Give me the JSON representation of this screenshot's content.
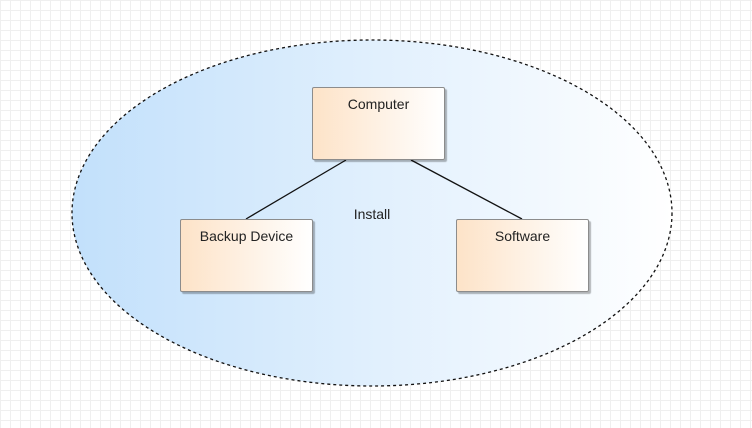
{
  "diagram": {
    "container_label": "",
    "relation_label": "Install",
    "nodes": [
      {
        "id": "computer",
        "label": "Computer"
      },
      {
        "id": "backup",
        "label": "Backup Device"
      },
      {
        "id": "software",
        "label": "Software"
      }
    ],
    "edges": [
      {
        "from": "computer",
        "to": "backup"
      },
      {
        "from": "computer",
        "to": "software"
      }
    ]
  },
  "colors": {
    "grid": "#efefef",
    "container_fill_start": "#c2e0fb",
    "container_fill_end": "#ffffff",
    "container_stroke": "#111111",
    "node_fill_start": "#fde3c8",
    "node_fill_end": "#ffffff",
    "node_border": "#8c8c8c",
    "edge": "#111111",
    "text": "#222222"
  }
}
